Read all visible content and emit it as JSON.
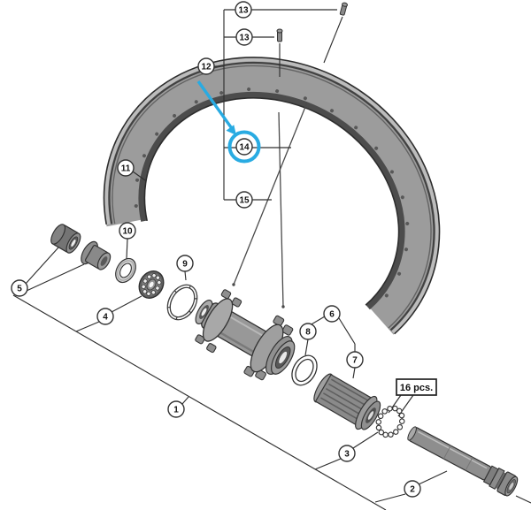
{
  "callouts": {
    "p1": "1",
    "p2": "2",
    "p3": "3",
    "p4": "4",
    "p5": "5",
    "p6": "6",
    "p7": "7",
    "p8": "8",
    "p9": "9",
    "p10": "10",
    "p11": "11",
    "p12": "12",
    "p13a": "13",
    "p13b": "13",
    "p14": "14",
    "p15": "15"
  },
  "quantity_label": {
    "text": "16 pcs."
  },
  "highlight": {
    "color": "#29ABE2",
    "target_item": "14"
  },
  "palette": {
    "rim_face": "#9c9c9c",
    "rim_inner_band": "#4c4c4c",
    "outline": "#2d2d2d",
    "metal_mid": "#8e8e8e"
  }
}
